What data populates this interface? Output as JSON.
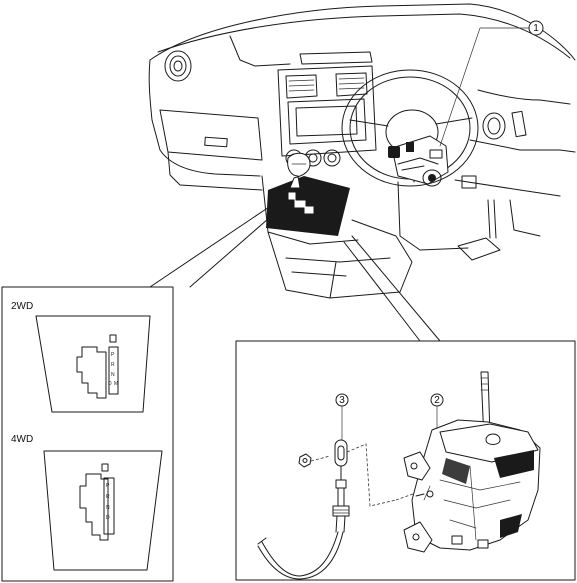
{
  "callouts": {
    "c1": "1",
    "c2": "2",
    "c3": "3"
  },
  "panels": {
    "wd2": {
      "label": "2WD",
      "gate": {
        "p": "P",
        "r": "R",
        "n": "N",
        "d": "D",
        "m": "M"
      }
    },
    "wd4": {
      "label": "4WD",
      "gate": {
        "p": "P",
        "r": "R",
        "n": "N",
        "d": "D"
      }
    }
  }
}
